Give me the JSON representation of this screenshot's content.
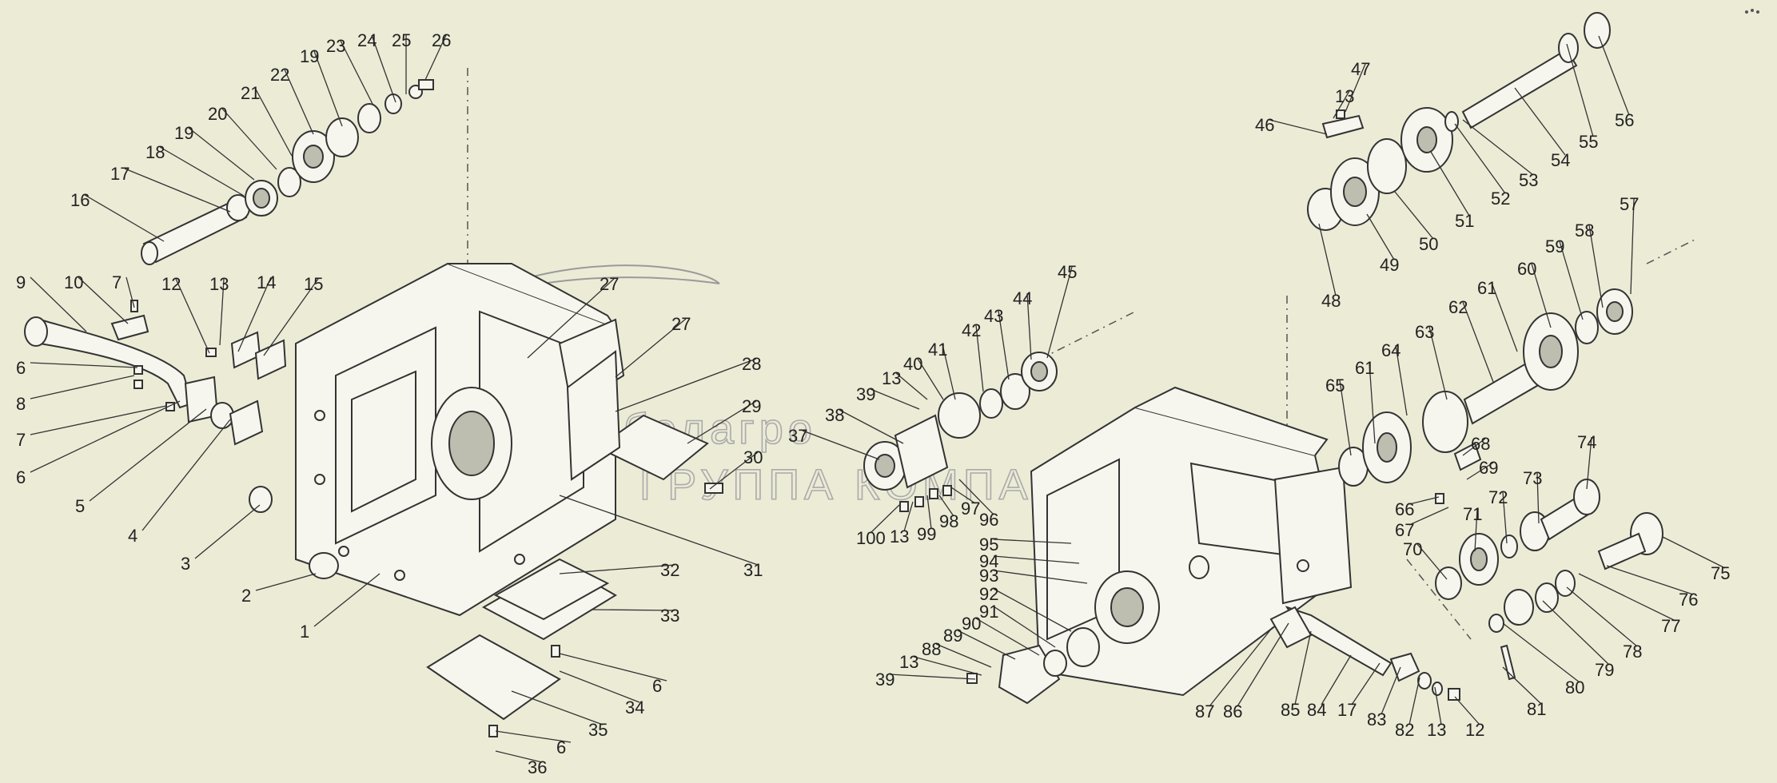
{
  "watermark": {
    "brand": "белагро",
    "subtitle": "ГРУППА КОМПАНИЙ"
  },
  "callouts": [
    {
      "text": "1",
      "p": [
        385,
        790
      ],
      "t": [
        475,
        718
      ]
    },
    {
      "text": "2",
      "p": [
        312,
        745
      ],
      "t": [
        395,
        718
      ]
    },
    {
      "text": "3",
      "p": [
        236,
        705
      ],
      "t": [
        325,
        632
      ]
    },
    {
      "text": "4",
      "p": [
        170,
        670
      ],
      "t": [
        288,
        525
      ]
    },
    {
      "text": "5",
      "p": [
        104,
        633
      ],
      "t": [
        258,
        512
      ]
    },
    {
      "text": "6",
      "p": [
        30,
        597
      ],
      "t": [
        225,
        502
      ]
    },
    {
      "text": "7",
      "p": [
        30,
        550
      ],
      "t": [
        208,
        508
      ]
    },
    {
      "text": "8",
      "p": [
        30,
        505
      ],
      "t": [
        168,
        470
      ]
    },
    {
      "text": "6",
      "p": [
        30,
        460
      ],
      "t": [
        172,
        460
      ]
    },
    {
      "text": "9",
      "p": [
        30,
        353
      ],
      "t": [
        108,
        415
      ]
    },
    {
      "text": "10",
      "p": [
        90,
        353
      ],
      "t": [
        160,
        405
      ]
    },
    {
      "text": "7",
      "p": [
        150,
        353
      ],
      "t": [
        168,
        385
      ]
    },
    {
      "text": "12",
      "p": [
        212,
        355
      ],
      "t": [
        262,
        442
      ]
    },
    {
      "text": "13",
      "p": [
        272,
        355
      ],
      "t": [
        275,
        432
      ]
    },
    {
      "text": "14",
      "p": [
        331,
        353
      ],
      "t": [
        298,
        440
      ]
    },
    {
      "text": "15",
      "p": [
        390,
        355
      ],
      "t": [
        330,
        445
      ]
    },
    {
      "text": "16",
      "p": [
        98,
        250
      ],
      "t": [
        205,
        302
      ]
    },
    {
      "text": "17",
      "p": [
        148,
        217
      ],
      "t": [
        288,
        265
      ]
    },
    {
      "text": "18",
      "p": [
        192,
        190
      ],
      "t": [
        305,
        245
      ]
    },
    {
      "text": "19",
      "p": [
        228,
        166
      ],
      "t": [
        318,
        225
      ]
    },
    {
      "text": "20",
      "p": [
        270,
        142
      ],
      "t": [
        346,
        212
      ]
    },
    {
      "text": "21",
      "p": [
        311,
        116
      ],
      "t": [
        365,
        195
      ]
    },
    {
      "text": "22",
      "p": [
        348,
        93
      ],
      "t": [
        392,
        168
      ]
    },
    {
      "text": "19",
      "p": [
        385,
        70
      ],
      "t": [
        428,
        158
      ]
    },
    {
      "text": "23",
      "p": [
        418,
        57
      ],
      "t": [
        466,
        130
      ]
    },
    {
      "text": "24",
      "p": [
        457,
        50
      ],
      "t": [
        495,
        128
      ]
    },
    {
      "text": "25",
      "p": [
        500,
        50
      ],
      "t": [
        508,
        118
      ]
    },
    {
      "text": "26",
      "p": [
        550,
        50
      ],
      "t": [
        532,
        100
      ]
    },
    {
      "text": "27",
      "p": [
        760,
        355
      ],
      "t": [
        660,
        448
      ]
    },
    {
      "text": "27",
      "p": [
        850,
        405
      ],
      "t": [
        770,
        472
      ]
    },
    {
      "text": "28",
      "p": [
        938,
        455
      ],
      "t": [
        770,
        515
      ]
    },
    {
      "text": "29",
      "p": [
        938,
        508
      ],
      "t": [
        860,
        555
      ]
    },
    {
      "text": "30",
      "p": [
        940,
        572
      ],
      "t": [
        888,
        612
      ]
    },
    {
      "text": "31",
      "p": [
        940,
        713
      ],
      "t": [
        700,
        620
      ]
    },
    {
      "text": "32",
      "p": [
        836,
        713
      ],
      "t": [
        700,
        718
      ]
    },
    {
      "text": "33",
      "p": [
        836,
        770
      ],
      "t": [
        740,
        763
      ]
    },
    {
      "text": "6",
      "p": [
        826,
        858
      ],
      "t": [
        700,
        818
      ]
    },
    {
      "text": "34",
      "p": [
        792,
        885
      ],
      "t": [
        700,
        840
      ]
    },
    {
      "text": "35",
      "p": [
        746,
        913
      ],
      "t": [
        640,
        865
      ]
    },
    {
      "text": "6",
      "p": [
        706,
        935
      ],
      "t": [
        620,
        915
      ]
    },
    {
      "text": "36",
      "p": [
        670,
        960
      ],
      "t": [
        620,
        940
      ]
    },
    {
      "text": "37",
      "p": [
        996,
        545
      ],
      "t": [
        1100,
        575
      ]
    },
    {
      "text": "38",
      "p": [
        1042,
        519
      ],
      "t": [
        1130,
        555
      ]
    },
    {
      "text": "39",
      "p": [
        1081,
        493
      ],
      "t": [
        1150,
        512
      ]
    },
    {
      "text": "13",
      "p": [
        1113,
        473
      ],
      "t": [
        1160,
        500
      ]
    },
    {
      "text": "40",
      "p": [
        1140,
        455
      ],
      "t": [
        1180,
        500
      ]
    },
    {
      "text": "41",
      "p": [
        1171,
        437
      ],
      "t": [
        1195,
        500
      ]
    },
    {
      "text": "42",
      "p": [
        1213,
        413
      ],
      "t": [
        1230,
        490
      ]
    },
    {
      "text": "43",
      "p": [
        1241,
        395
      ],
      "t": [
        1262,
        475
      ]
    },
    {
      "text": "44",
      "p": [
        1277,
        373
      ],
      "t": [
        1290,
        450
      ]
    },
    {
      "text": "45",
      "p": [
        1333,
        340
      ],
      "t": [
        1310,
        448
      ]
    },
    {
      "text": "100",
      "p": [
        1081,
        673
      ],
      "t": [
        1125,
        632
      ]
    },
    {
      "text": "13",
      "p": [
        1123,
        671
      ],
      "t": [
        1142,
        628
      ]
    },
    {
      "text": "99",
      "p": [
        1157,
        668
      ],
      "t": [
        1160,
        620
      ]
    },
    {
      "text": "98",
      "p": [
        1185,
        652
      ],
      "t": [
        1175,
        620
      ]
    },
    {
      "text": "97",
      "p": [
        1212,
        636
      ],
      "t": [
        1190,
        610
      ]
    },
    {
      "text": "96",
      "p": [
        1235,
        650
      ],
      "t": [
        1200,
        600
      ]
    },
    {
      "text": "95",
      "p": [
        1235,
        681
      ],
      "t": [
        1340,
        680
      ]
    },
    {
      "text": "94",
      "p": [
        1235,
        702
      ],
      "t": [
        1350,
        705
      ]
    },
    {
      "text": "93",
      "p": [
        1235,
        720
      ],
      "t": [
        1360,
        730
      ]
    },
    {
      "text": "92",
      "p": [
        1235,
        743
      ],
      "t": [
        1340,
        790
      ]
    },
    {
      "text": "91",
      "p": [
        1235,
        765
      ],
      "t": [
        1320,
        810
      ]
    },
    {
      "text": "90",
      "p": [
        1213,
        780
      ],
      "t": [
        1300,
        820
      ]
    },
    {
      "text": "89",
      "p": [
        1190,
        795
      ],
      "t": [
        1270,
        825
      ]
    },
    {
      "text": "88",
      "p": [
        1163,
        812
      ],
      "t": [
        1240,
        835
      ]
    },
    {
      "text": "13",
      "p": [
        1135,
        828
      ],
      "t": [
        1228,
        845
      ]
    },
    {
      "text": "39",
      "p": [
        1105,
        850
      ],
      "t": [
        1220,
        850
      ]
    },
    {
      "text": "87",
      "p": [
        1505,
        890
      ],
      "t": [
        1592,
        785
      ]
    },
    {
      "text": "86",
      "p": [
        1540,
        890
      ],
      "t": [
        1612,
        780
      ]
    },
    {
      "text": "85",
      "p": [
        1612,
        888
      ],
      "t": [
        1640,
        790
      ]
    },
    {
      "text": "84",
      "p": [
        1645,
        888
      ],
      "t": [
        1690,
        820
      ]
    },
    {
      "text": "17",
      "p": [
        1683,
        888
      ],
      "t": [
        1726,
        830
      ]
    },
    {
      "text": "83",
      "p": [
        1720,
        900
      ],
      "t": [
        1752,
        835
      ]
    },
    {
      "text": "82",
      "p": [
        1755,
        913
      ],
      "t": [
        1776,
        848
      ]
    },
    {
      "text": "13",
      "p": [
        1795,
        913
      ],
      "t": [
        1795,
        860
      ]
    },
    {
      "text": "12",
      "p": [
        1843,
        913
      ],
      "t": [
        1820,
        872
      ]
    },
    {
      "text": "13",
      "p": [
        1680,
        120
      ],
      "t": [
        1668,
        148
      ]
    },
    {
      "text": "47",
      "p": [
        1700,
        86
      ],
      "t": [
        1683,
        140
      ]
    },
    {
      "text": "46",
      "p": [
        1580,
        156
      ],
      "t": [
        1660,
        168
      ]
    },
    {
      "text": "48",
      "p": [
        1663,
        376
      ],
      "t": [
        1650,
        280
      ]
    },
    {
      "text": "49",
      "p": [
        1736,
        331
      ],
      "t": [
        1710,
        268
      ]
    },
    {
      "text": "50",
      "p": [
        1785,
        305
      ],
      "t": [
        1745,
        240
      ]
    },
    {
      "text": "51",
      "p": [
        1830,
        276
      ],
      "t": [
        1790,
        190
      ]
    },
    {
      "text": "52",
      "p": [
        1875,
        248
      ],
      "t": [
        1820,
        155
      ]
    },
    {
      "text": "53",
      "p": [
        1910,
        225
      ],
      "t": [
        1830,
        150
      ]
    },
    {
      "text": "54",
      "p": [
        1950,
        200
      ],
      "t": [
        1895,
        110
      ]
    },
    {
      "text": "55",
      "p": [
        1985,
        177
      ],
      "t": [
        1960,
        55
      ]
    },
    {
      "text": "56",
      "p": [
        2030,
        150
      ],
      "t": [
        2000,
        45
      ]
    },
    {
      "text": "57",
      "p": [
        2036,
        255
      ],
      "t": [
        2040,
        368
      ]
    },
    {
      "text": "58",
      "p": [
        1980,
        288
      ],
      "t": [
        2005,
        385
      ]
    },
    {
      "text": "59",
      "p": [
        1943,
        308
      ],
      "t": [
        1980,
        400
      ]
    },
    {
      "text": "60",
      "p": [
        1908,
        336
      ],
      "t": [
        1940,
        410
      ]
    },
    {
      "text": "61",
      "p": [
        1858,
        360
      ],
      "t": [
        1898,
        440
      ]
    },
    {
      "text": "62",
      "p": [
        1822,
        384
      ],
      "t": [
        1868,
        478
      ]
    },
    {
      "text": "63",
      "p": [
        1780,
        415
      ],
      "t": [
        1810,
        500
      ]
    },
    {
      "text": "64",
      "p": [
        1738,
        438
      ],
      "t": [
        1760,
        520
      ]
    },
    {
      "text": "61",
      "p": [
        1705,
        460
      ],
      "t": [
        1720,
        555
      ]
    },
    {
      "text": "65",
      "p": [
        1668,
        482
      ],
      "t": [
        1690,
        570
      ]
    },
    {
      "text": "68",
      "p": [
        1850,
        555
      ],
      "t": [
        1830,
        570
      ]
    },
    {
      "text": "69",
      "p": [
        1860,
        585
      ],
      "t": [
        1835,
        600
      ]
    },
    {
      "text": "66",
      "p": [
        1755,
        637
      ],
      "t": [
        1800,
        622
      ]
    },
    {
      "text": "67",
      "p": [
        1755,
        663
      ],
      "t": [
        1812,
        635
      ]
    },
    {
      "text": "70",
      "p": [
        1765,
        687
      ],
      "t": [
        1810,
        725
      ]
    },
    {
      "text": "71",
      "p": [
        1840,
        643
      ],
      "t": [
        1845,
        690
      ]
    },
    {
      "text": "72",
      "p": [
        1872,
        622
      ],
      "t": [
        1885,
        680
      ]
    },
    {
      "text": "73",
      "p": [
        1915,
        598
      ],
      "t": [
        1925,
        655
      ]
    },
    {
      "text": "74",
      "p": [
        1983,
        553
      ],
      "t": [
        1985,
        612
      ]
    },
    {
      "text": "75",
      "p": [
        2150,
        717
      ],
      "t": [
        2080,
        672
      ]
    },
    {
      "text": "76",
      "p": [
        2110,
        750
      ],
      "t": [
        2010,
        708
      ]
    },
    {
      "text": "77",
      "p": [
        2088,
        783
      ],
      "t": [
        1975,
        718
      ]
    },
    {
      "text": "78",
      "p": [
        2040,
        815
      ],
      "t": [
        1960,
        735
      ]
    },
    {
      "text": "79",
      "p": [
        2005,
        838
      ],
      "t": [
        1930,
        752
      ]
    },
    {
      "text": "80",
      "p": [
        1968,
        860
      ],
      "t": [
        1880,
        780
      ]
    },
    {
      "text": "81",
      "p": [
        1920,
        887
      ],
      "t": [
        1880,
        835
      ]
    }
  ]
}
